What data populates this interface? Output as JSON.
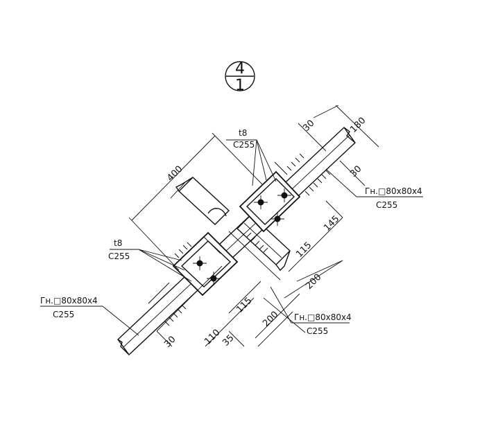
{
  "section_mark": {
    "top": "4",
    "bottom": "1"
  },
  "callouts": {
    "plate_upper": {
      "thickness": "t8",
      "steel": "C255"
    },
    "plate_lower": {
      "thickness": "t8",
      "steel": "C255"
    },
    "profile_right": {
      "section": "Гн.□80x80x4",
      "steel": "C255"
    },
    "profile_left": {
      "section": "Гн.□80x80x4",
      "steel": "C255"
    },
    "profile_bottom": {
      "section": "Гн.□80x80x4",
      "steel": "C255"
    }
  },
  "dimensions": {
    "d400": "400",
    "d180": "180",
    "d30_top": "30",
    "d30_right": "30",
    "d145": "145",
    "d115_right": "115",
    "d200_right": "200",
    "d115_bottom": "115",
    "d200_bottom": "200",
    "d110": "110",
    "d35": "35",
    "d30_bottom": "30"
  }
}
